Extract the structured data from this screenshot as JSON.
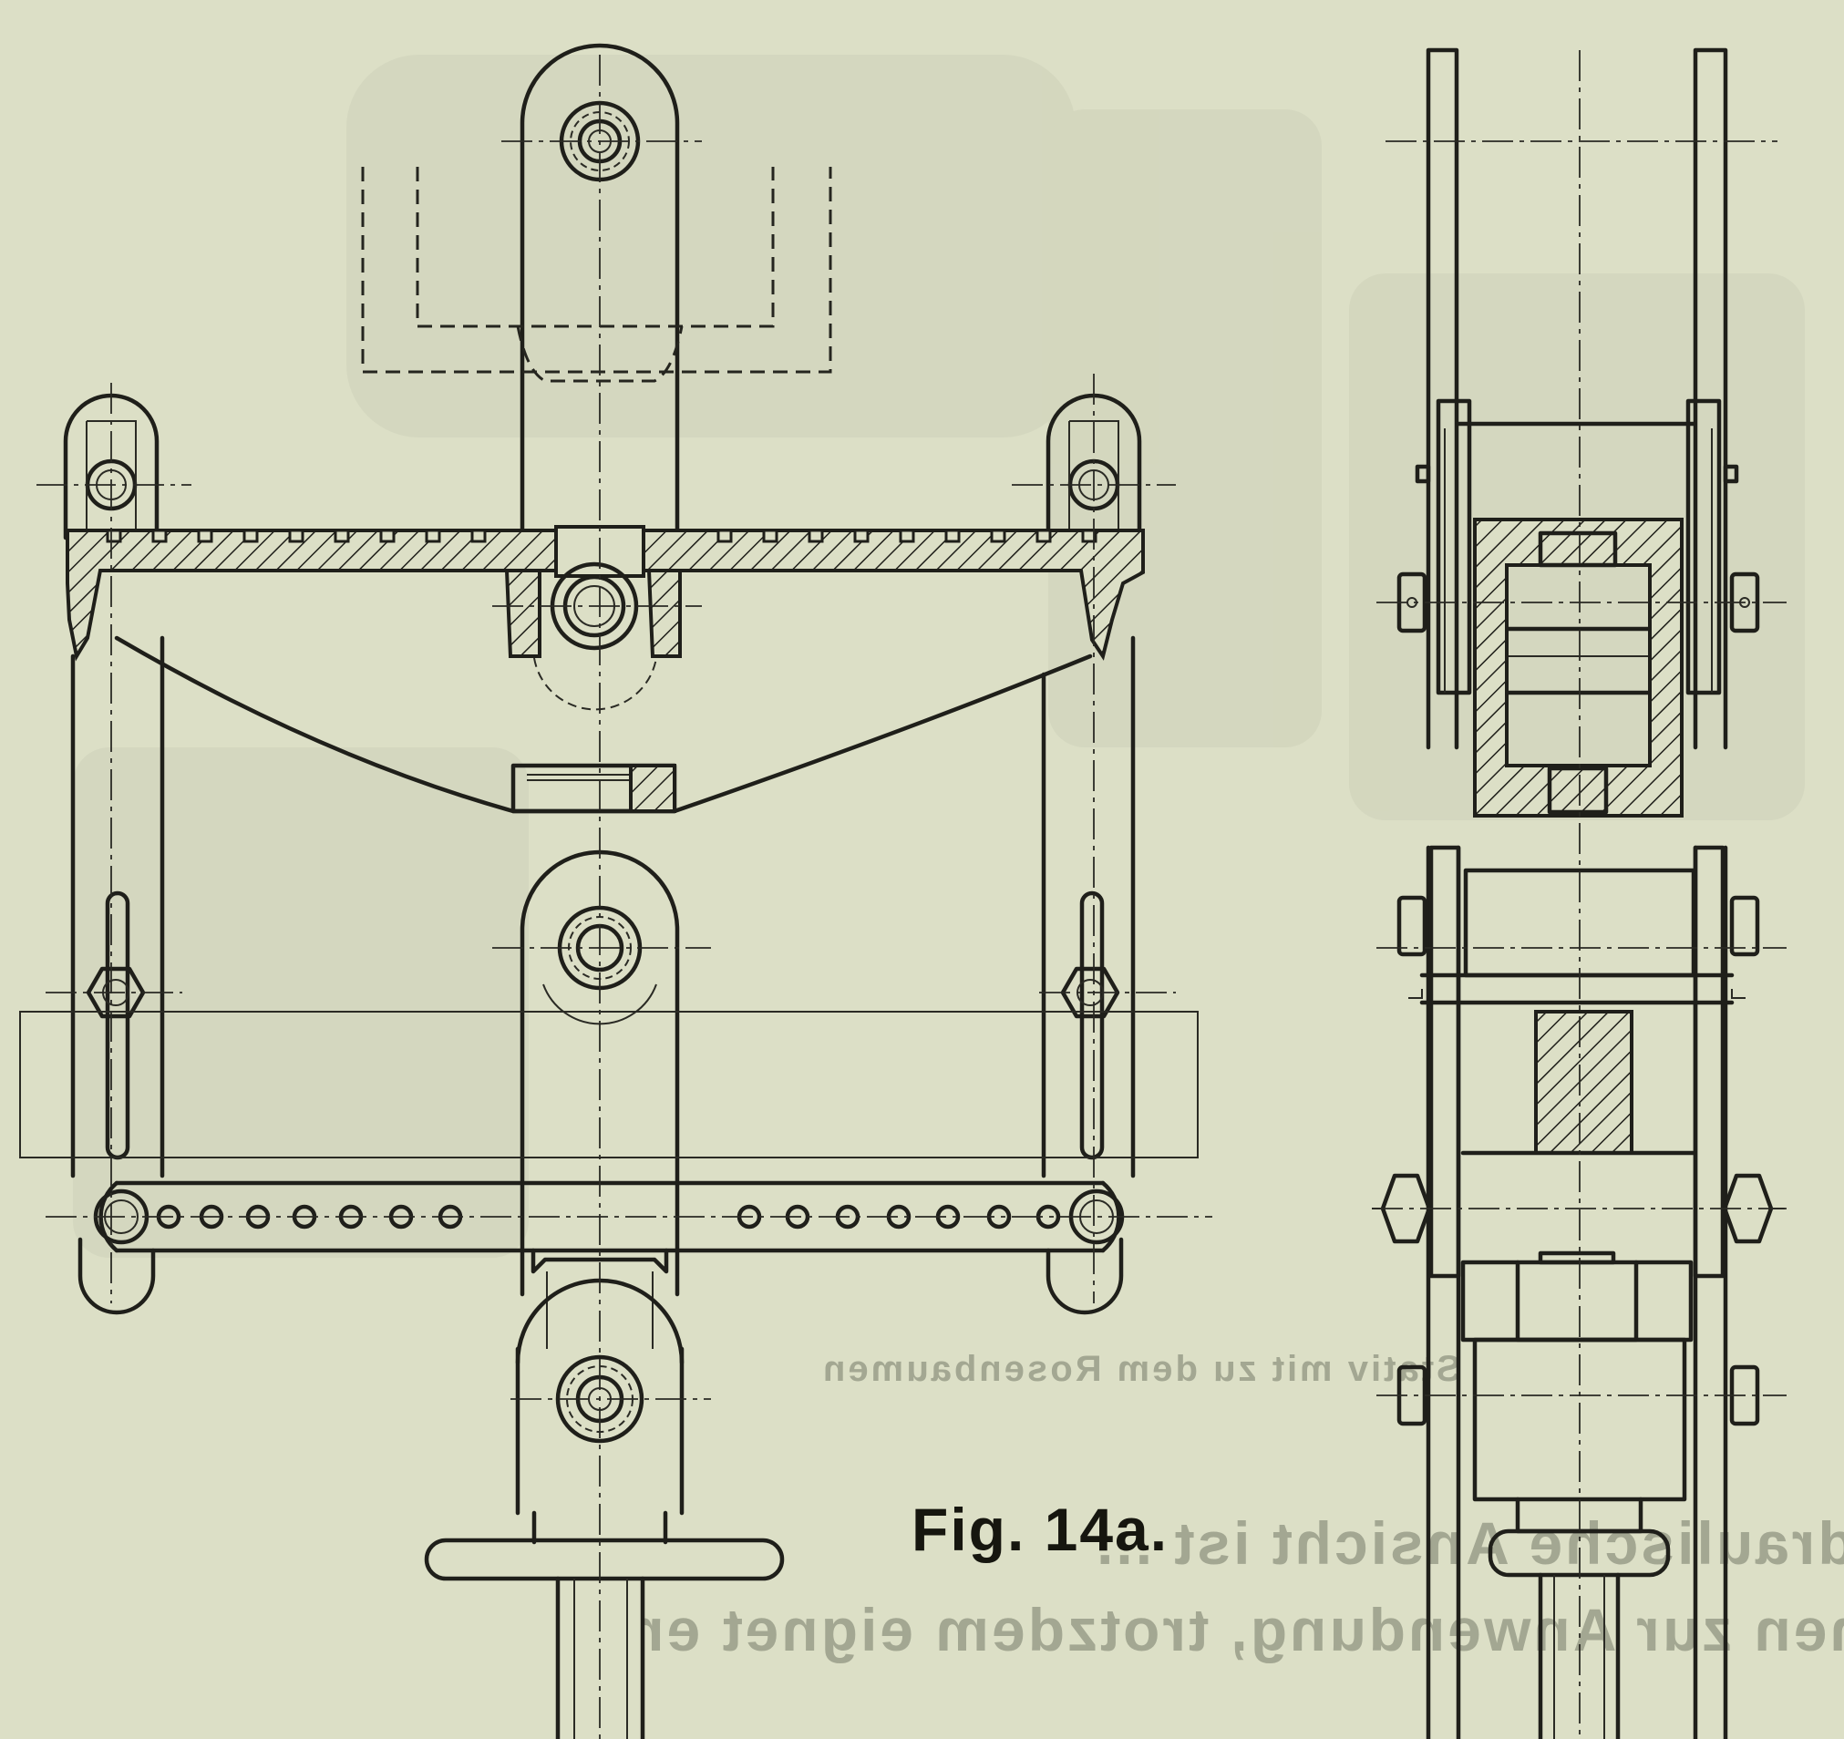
{
  "figure": {
    "caption": "Fig. 14a."
  },
  "show_through_text": {
    "label_line": "Stativ mit zu dem Rosenbaumen",
    "line_1": "Die hydraulische Ansicht ist ...",
    "line_2": "schweren Maschinen zur Anwendung, trotzdem eignet er"
  },
  "views": [
    "front-elevation",
    "side-elevation"
  ],
  "colors": {
    "paper": "#dcdfc6",
    "ink": "#1f1f1a"
  }
}
